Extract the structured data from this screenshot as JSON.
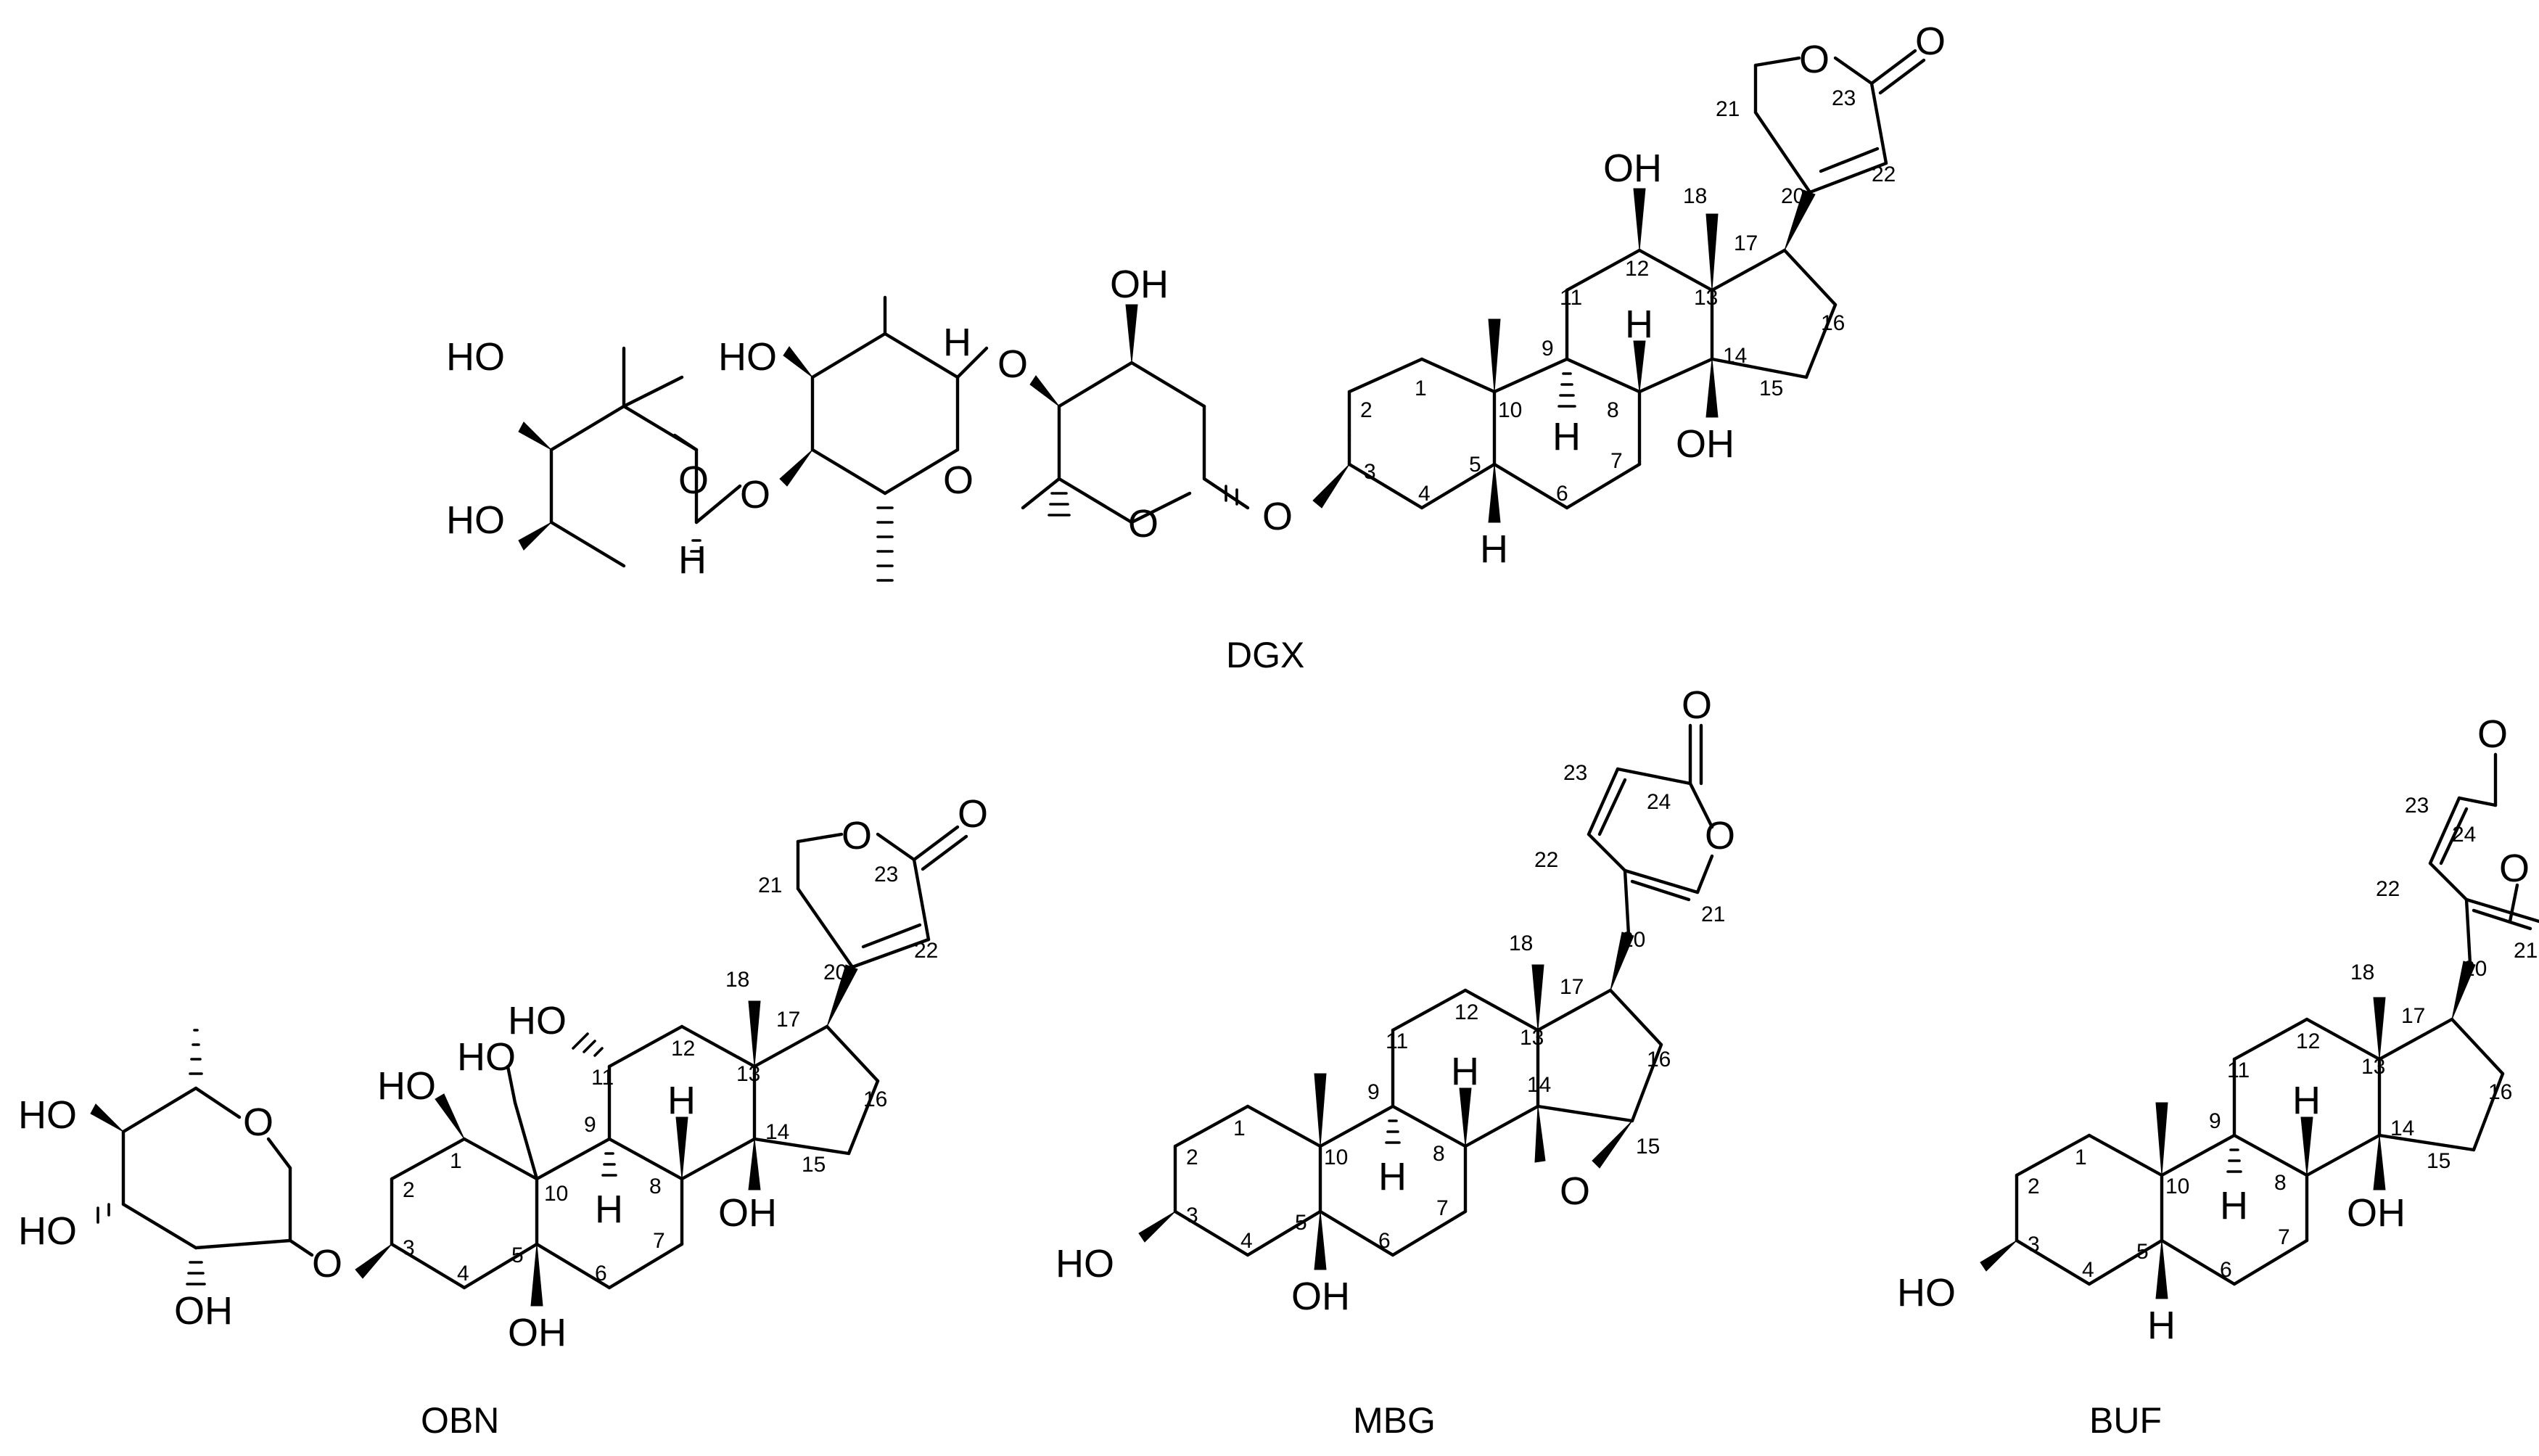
{
  "compounds": {
    "dgx": {
      "name": "DGX"
    },
    "obn": {
      "name": "OBN"
    },
    "mbg": {
      "name": "MBG"
    },
    "buf": {
      "name": "BUF"
    }
  },
  "atoms": {
    "oh": "OH",
    "ho": "HO",
    "o": "O",
    "h": "H"
  },
  "locants": {
    "n1": "1",
    "n2": "2",
    "n3": "3",
    "n4": "4",
    "n5": "5",
    "n6": "6",
    "n7": "7",
    "n8": "8",
    "n9": "9",
    "n10": "10",
    "n11": "11",
    "n12": "12",
    "n13": "13",
    "n14": "14",
    "n15": "15",
    "n16": "16",
    "n17": "17",
    "n18": "18",
    "n20": "20",
    "n21": "21",
    "n22": "22",
    "n23": "23",
    "n24": "24"
  }
}
